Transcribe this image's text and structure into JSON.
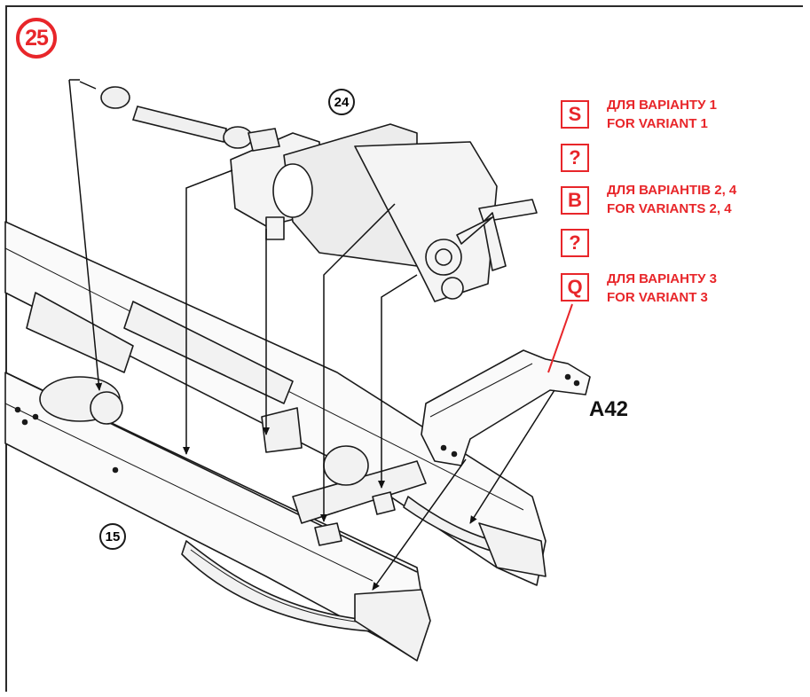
{
  "step": {
    "number": "25"
  },
  "assembly_refs": {
    "engine": "24",
    "frame": "15"
  },
  "part_label": "A42",
  "variants": [
    {
      "code": "S",
      "line_ua": "ДЛЯ ВАРІАНТУ 1",
      "line_en": "FOR VARIANT 1"
    },
    {
      "code": "?"
    },
    {
      "code": "B",
      "line_ua": "ДЛЯ ВАРІАНТІВ 2, 4",
      "line_en": "FOR VARIANTS 2, 4"
    },
    {
      "code": "?"
    },
    {
      "code": "Q",
      "line_ua": "ДЛЯ ВАРІАНТУ 3",
      "line_en": "FOR VARIANT 3"
    }
  ],
  "colors": {
    "accent": "#e8262a",
    "ink": "#1a1a1a"
  }
}
